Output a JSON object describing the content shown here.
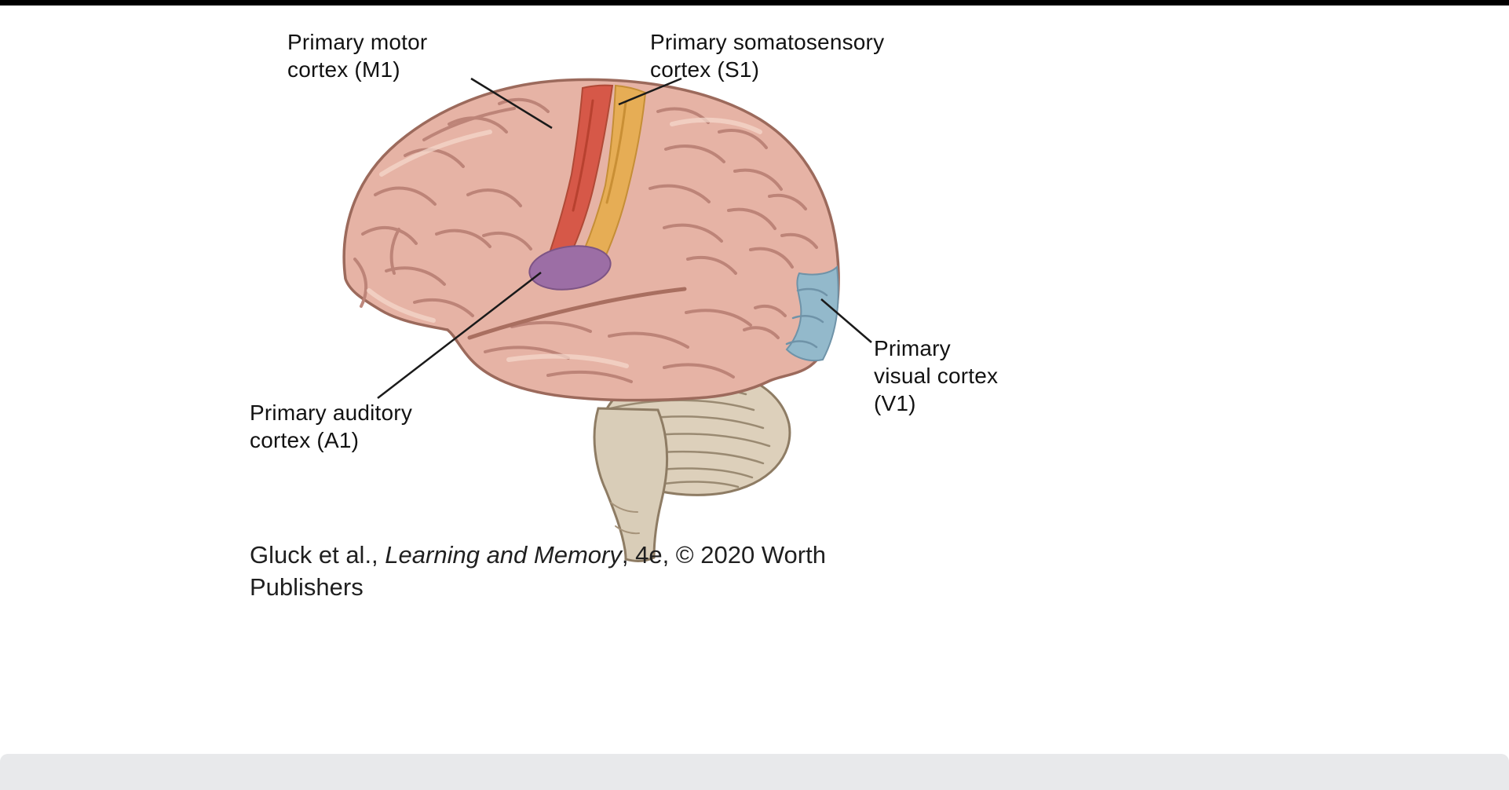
{
  "figure": {
    "regions": [
      {
        "id": "m1",
        "label": "Primary motor\ncortex (M1)",
        "color": "#d65848"
      },
      {
        "id": "s1",
        "label": "Primary somatosensory\ncortex (S1)",
        "color": "#e6ad55"
      },
      {
        "id": "a1",
        "label": "Primary auditory\ncortex (A1)",
        "color": "#9c6ea5"
      },
      {
        "id": "v1",
        "label": "Primary\nvisual cortex\n(V1)",
        "color": "#93b9cb"
      }
    ],
    "caption": {
      "prefix": "Gluck et al., ",
      "italic": "Learning and Memory",
      "suffix": ", 4e, © 2020 Worth Publishers"
    },
    "brain_colors": {
      "cortex": "#e6b3a5",
      "cortex_outline": "#9c6a5c",
      "sulci": "#bb8276",
      "cerebellum": "#ddd0bb",
      "cerebellum_outline": "#8e7c64",
      "leader_line": "#1a1a1a"
    }
  }
}
